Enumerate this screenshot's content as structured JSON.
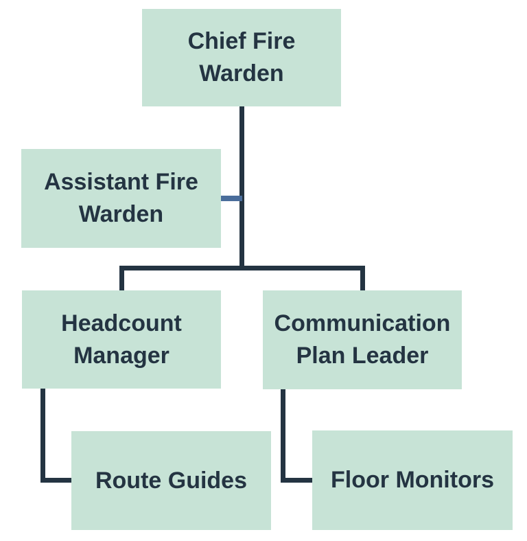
{
  "diagram": {
    "type": "org-chart",
    "subject": "fire-evacuation-roles",
    "colors": {
      "background": "#ffffff",
      "node_fill": "#c7e3d6",
      "line": "#243442",
      "text": "#243442",
      "accent_connector": "#4a6d9b"
    },
    "nodes": [
      {
        "id": "chief-fire-warden",
        "label": "Chief Fire\nWarden"
      },
      {
        "id": "assistant-fire-warden",
        "label": "Assistant Fire\nWarden"
      },
      {
        "id": "headcount-manager",
        "label": "Headcount\nManager"
      },
      {
        "id": "communication-plan-leader",
        "label": "Communication\nPlan Leader"
      },
      {
        "id": "route-guides",
        "label": "Route Guides"
      },
      {
        "id": "floor-monitors",
        "label": "Floor Monitors"
      }
    ],
    "edges": [
      {
        "from": "chief-fire-warden",
        "to": "headcount-manager",
        "style": "solid"
      },
      {
        "from": "chief-fire-warden",
        "to": "communication-plan-leader",
        "style": "solid"
      },
      {
        "from": "assistant-fire-warden",
        "to": "chief-fire-warden",
        "style": "assistant-accent"
      },
      {
        "from": "headcount-manager",
        "to": "route-guides",
        "style": "elbow"
      },
      {
        "from": "communication-plan-leader",
        "to": "floor-monitors",
        "style": "elbow"
      }
    ]
  }
}
